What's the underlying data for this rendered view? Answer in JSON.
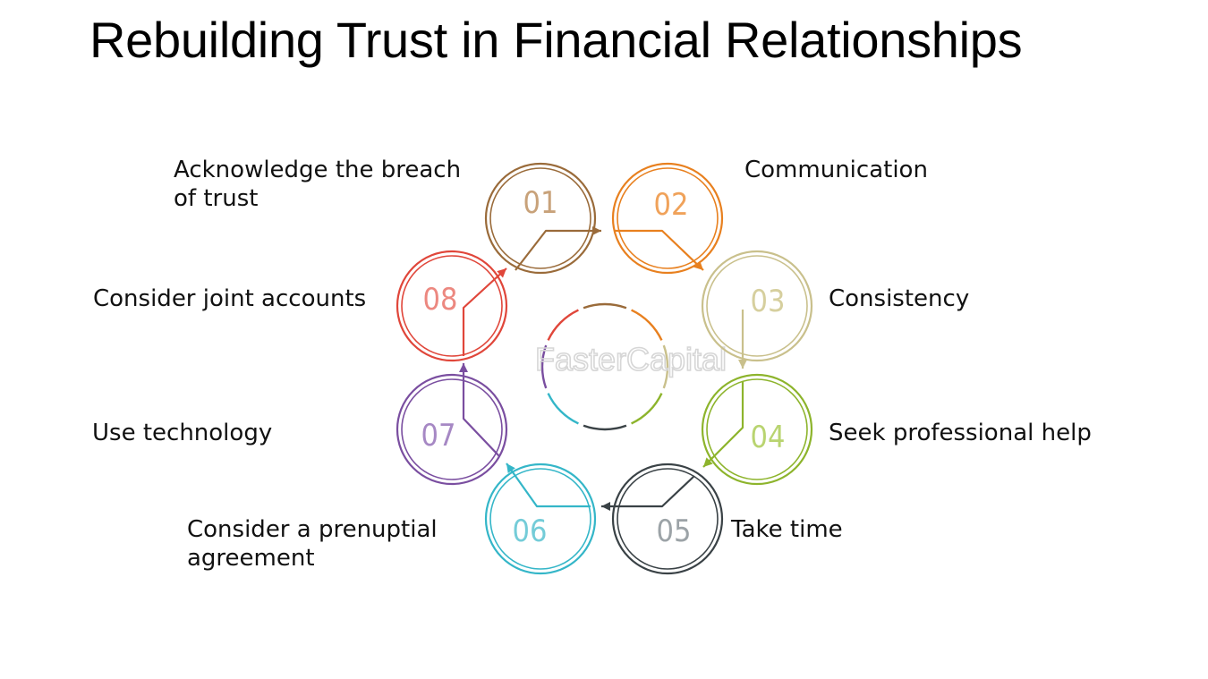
{
  "title": "Rebuilding Trust in Financial Relationships",
  "watermark": "FasterCapital",
  "steps": [
    {
      "number": "01",
      "label": "Acknowledge the breach of trust",
      "color": "#9a6b3a",
      "num_color": "#c8a27a"
    },
    {
      "number": "02",
      "label": "Communication",
      "color": "#e8801f",
      "num_color": "#f0a25a"
    },
    {
      "number": "03",
      "label": "Consistency",
      "color": "#c9c08c",
      "num_color": "#d6cf9e"
    },
    {
      "number": "04",
      "label": "Seek professional help",
      "color": "#8db42c",
      "num_color": "#b9d470"
    },
    {
      "number": "05",
      "label": "Take time",
      "color": "#3a4246",
      "num_color": "#9ca3a7"
    },
    {
      "number": "06",
      "label": "Consider a prenuptial agreement",
      "color": "#34b6c8",
      "num_color": "#74ccd8"
    },
    {
      "number": "07",
      "label": "Use technology",
      "color": "#7a4ea0",
      "num_color": "#a688c4"
    },
    {
      "number": "08",
      "label": "Consider joint accounts",
      "color": "#e0463a",
      "num_color": "#ec8880"
    }
  ]
}
